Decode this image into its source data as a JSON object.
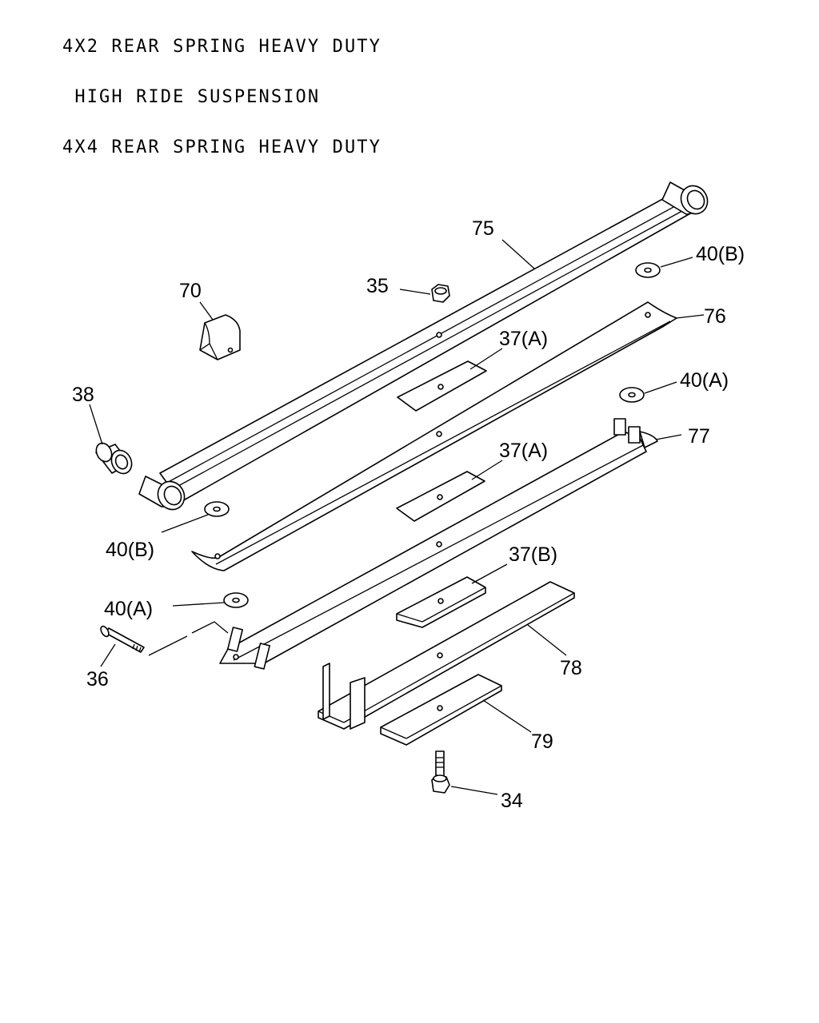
{
  "header": {
    "line1": "4X2 REAR SPRING HEAVY DUTY",
    "line2": " HIGH RIDE SUSPENSION",
    "line3": "4X4 REAR SPRING HEAVY DUTY"
  },
  "callouts": {
    "c75": "75",
    "c35": "35",
    "c40b_top": "40(B)",
    "c70": "70",
    "c76": "76",
    "c37a_top": "37(A)",
    "c40a_top": "40(A)",
    "c38": "38",
    "c77": "77",
    "c37a_mid": "37(A)",
    "c40b_left": "40(B)",
    "c37b": "37(B)",
    "c40a_left": "40(A)",
    "c78": "78",
    "c36": "36",
    "c79": "79",
    "c34": "34"
  }
}
